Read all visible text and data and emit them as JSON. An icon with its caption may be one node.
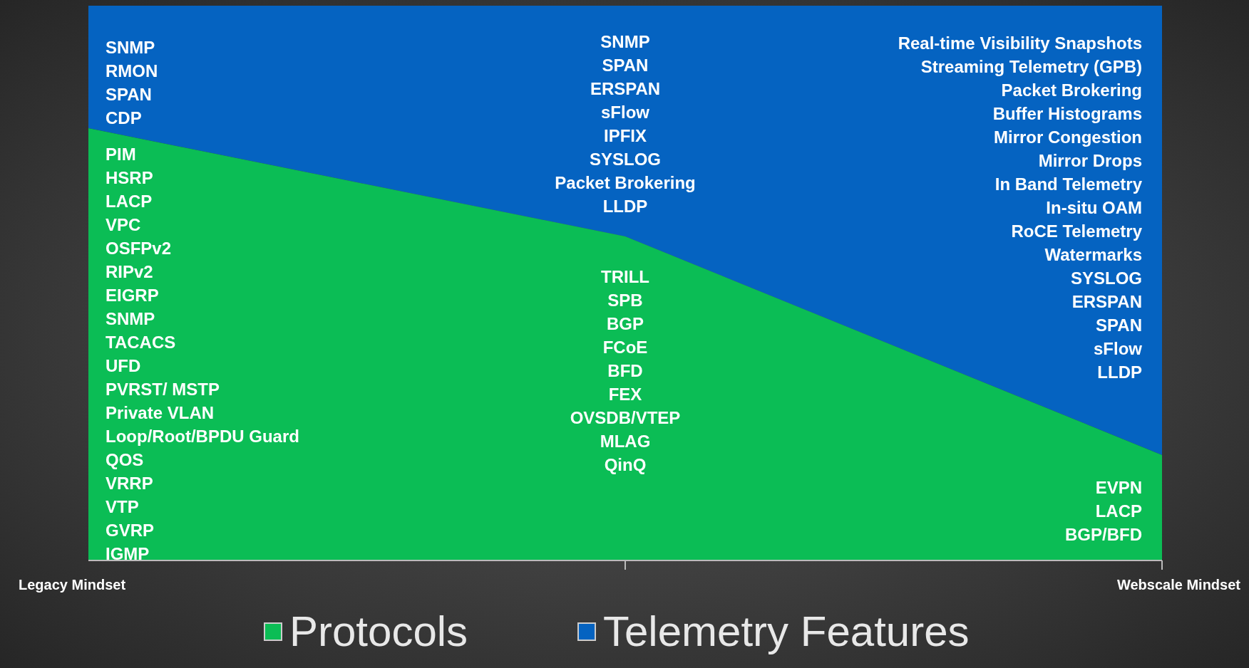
{
  "diagram": {
    "labels": [
      "SNMP",
      "RMON",
      "SPAN",
      "CDP",
      "SNMP",
      "SPAN",
      "ERSPAN",
      "sFlow",
      "IPFIX",
      "SYSLOG",
      "Packet Brokering",
      "LLDP",
      "Real-time Visibility Snapshots",
      "Streaming Telemetry (GPB)",
      "Packet Brokering",
      "Buffer Histograms",
      "Mirror Congestion",
      "Mirror Drops",
      "In Band Telemetry",
      "In-situ OAM",
      "RoCE Telemetry",
      "Watermarks",
      "SYSLOG",
      "ERSPAN",
      "SPAN",
      "sFlow",
      "LLDP",
      "PIM",
      "HSRP",
      "LACP",
      "VPC",
      "OSFPv2",
      "RIPv2",
      "EIGRP",
      "SNMP",
      "TACACS",
      "UFD",
      "PVRST/ MSTP",
      "Private VLAN",
      "Loop/Root/BPDU Guard",
      "QOS",
      "VRRP",
      "VTP",
      "GVRP",
      "IGMP",
      "TRILL",
      "SPB",
      "BGP",
      "FCoE",
      "BFD",
      "FEX",
      "OVSDB/VTEP",
      "MLAG",
      "QinQ",
      "EVPN",
      "LACP",
      "BGP/BFD",
      "Legacy Mindset",
      "Webscale Mindset"
    ],
    "legend": [
      {
        "text": "Protocols",
        "color": "#0bbd55"
      },
      {
        "text": "Telemetry Features",
        "color": "#0563c1"
      }
    ]
  }
}
